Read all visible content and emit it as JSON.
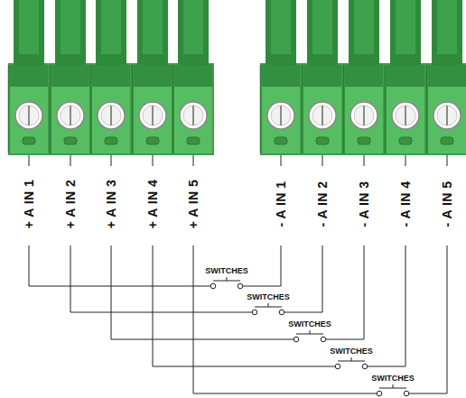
{
  "diagram": {
    "labels": [
      "+ A IN 1",
      "+ A IN 2",
      "+ A IN 3",
      "+ A IN 4",
      "+ A IN 5",
      "- A IN 1",
      "- A IN 2",
      "- A IN 3",
      "- A IN 4",
      "- A IN 5",
      "SWITCHES",
      "SWITCHES",
      "SWITCHES",
      "SWITCHES",
      "SWITCHES"
    ]
  }
}
